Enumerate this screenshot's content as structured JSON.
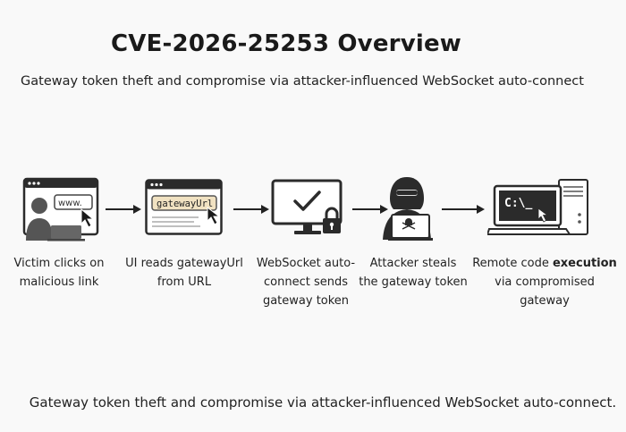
{
  "title": "CVE-2026-25253 Overview",
  "subtitle": "Gateway token theft and compromise via attacker-influenced WebSocket auto-connect",
  "footer": "Gateway token theft and compromise via attacker-influenced WebSocket auto-connect.",
  "steps": [
    {
      "icon": "victim-browser-icon",
      "caption_lines": [
        "Victim clicks on",
        "malicious link"
      ],
      "url_text": "www."
    },
    {
      "icon": "browser-url-icon",
      "caption_lines": [
        "UI reads gatewayUrl",
        "from URL"
      ],
      "url_text": "gatewayUrl"
    },
    {
      "icon": "monitor-lock-icon",
      "caption_lines": [
        "WebSocket auto-",
        "connect sends",
        "gateway token"
      ]
    },
    {
      "icon": "hacker-laptop-icon",
      "caption_lines": [
        "Attacker steals",
        "the gateway token"
      ]
    },
    {
      "icon": "computer-terminal-icon",
      "caption_pre": "Remote code ",
      "caption_bold": "execution",
      "caption_line2": "via compromised gateway",
      "terminal_text": "C:\\_"
    }
  ],
  "colors": {
    "dark": "#2b2b2b",
    "frame": "#3a3a3a",
    "url_highlight": "#f1e2c2"
  }
}
